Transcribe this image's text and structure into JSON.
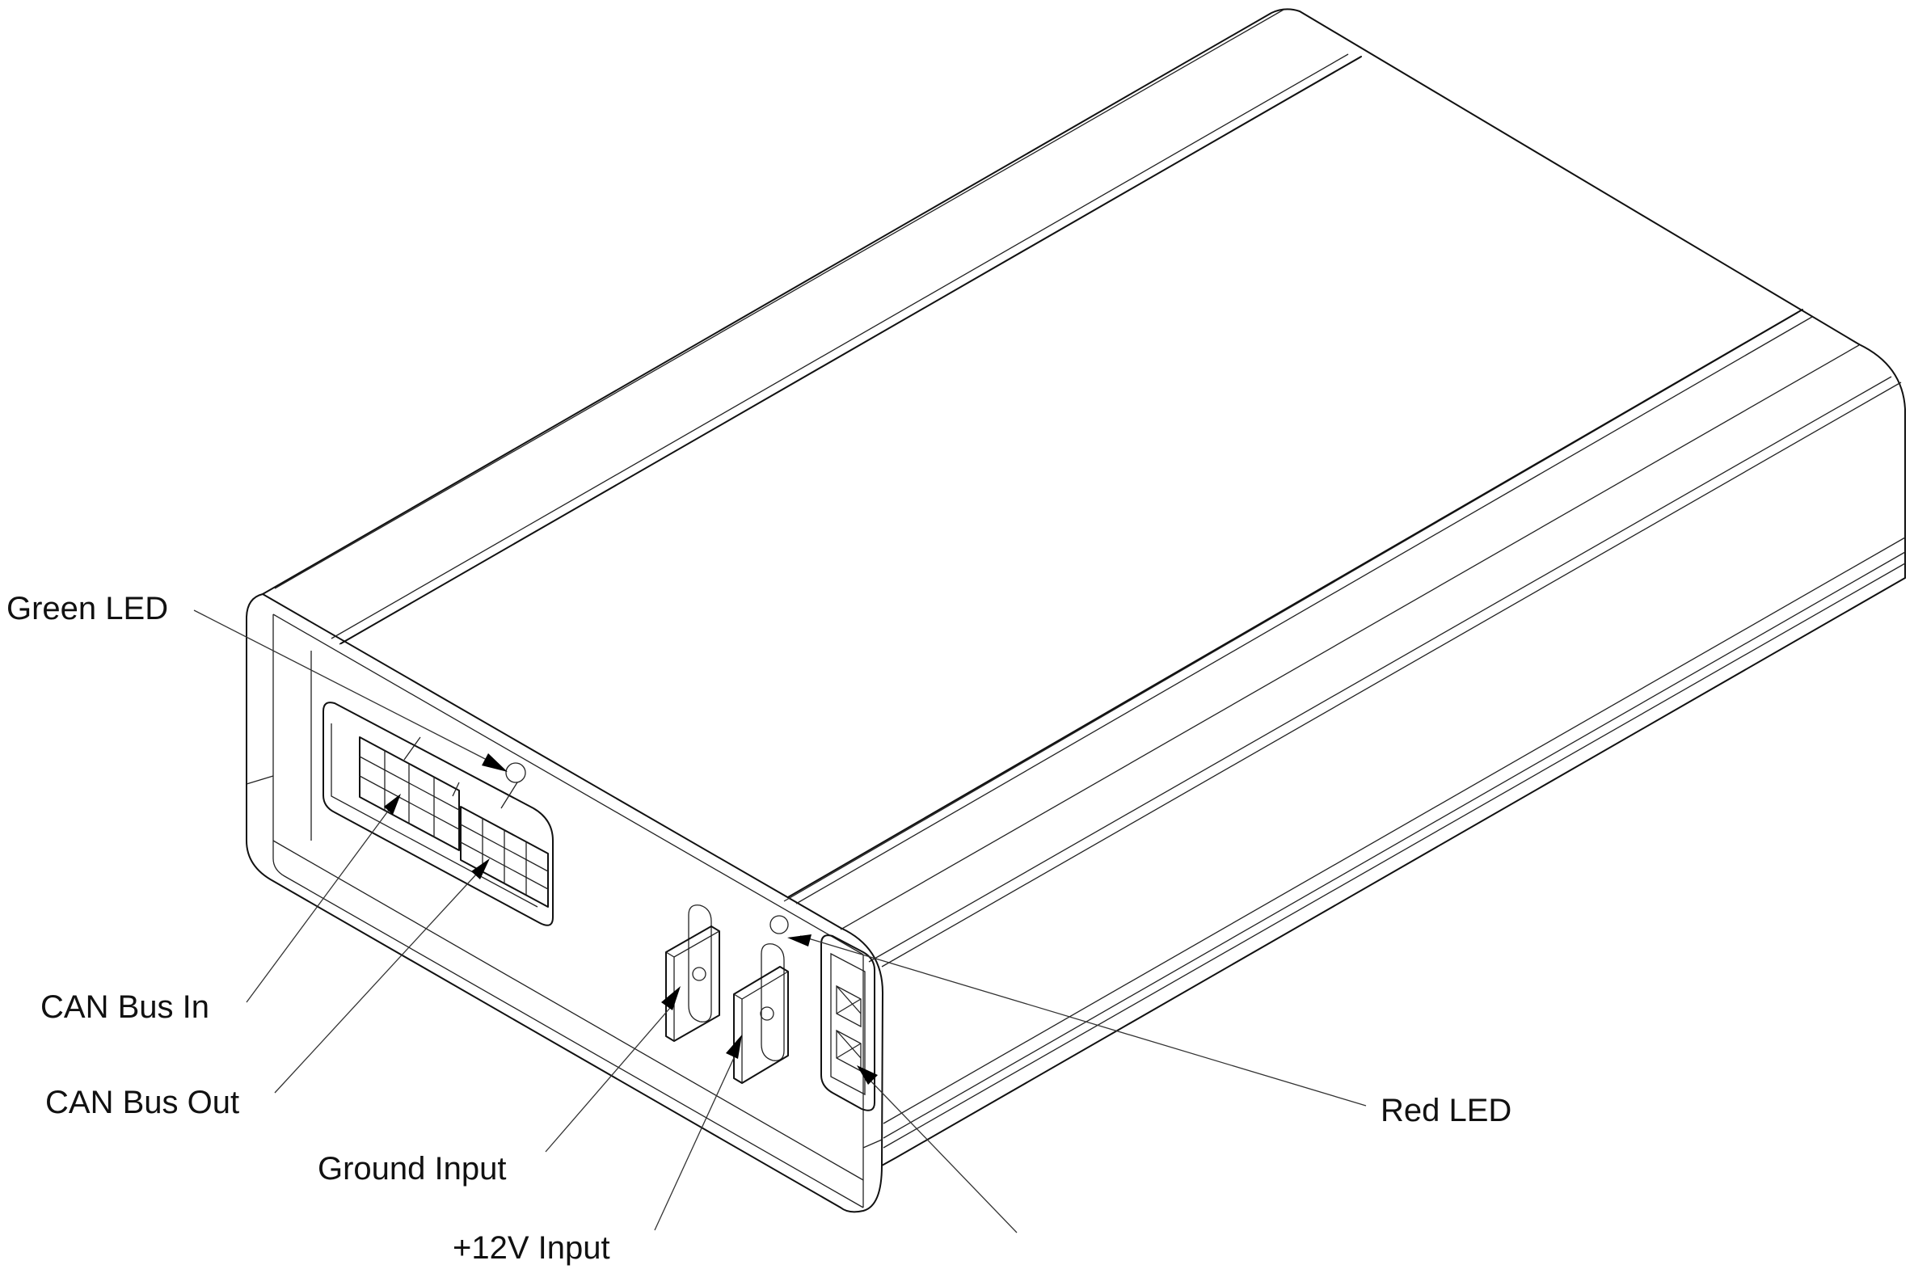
{
  "labels": {
    "green_led": "Green LED",
    "can_bus_in": "CAN Bus In",
    "can_bus_out": "CAN Bus Out",
    "ground_input": "Ground Input",
    "plus12v_input": "+12V Input",
    "red_led": "Red LED"
  },
  "colors": {
    "line": "#111111",
    "background": "#ffffff"
  }
}
